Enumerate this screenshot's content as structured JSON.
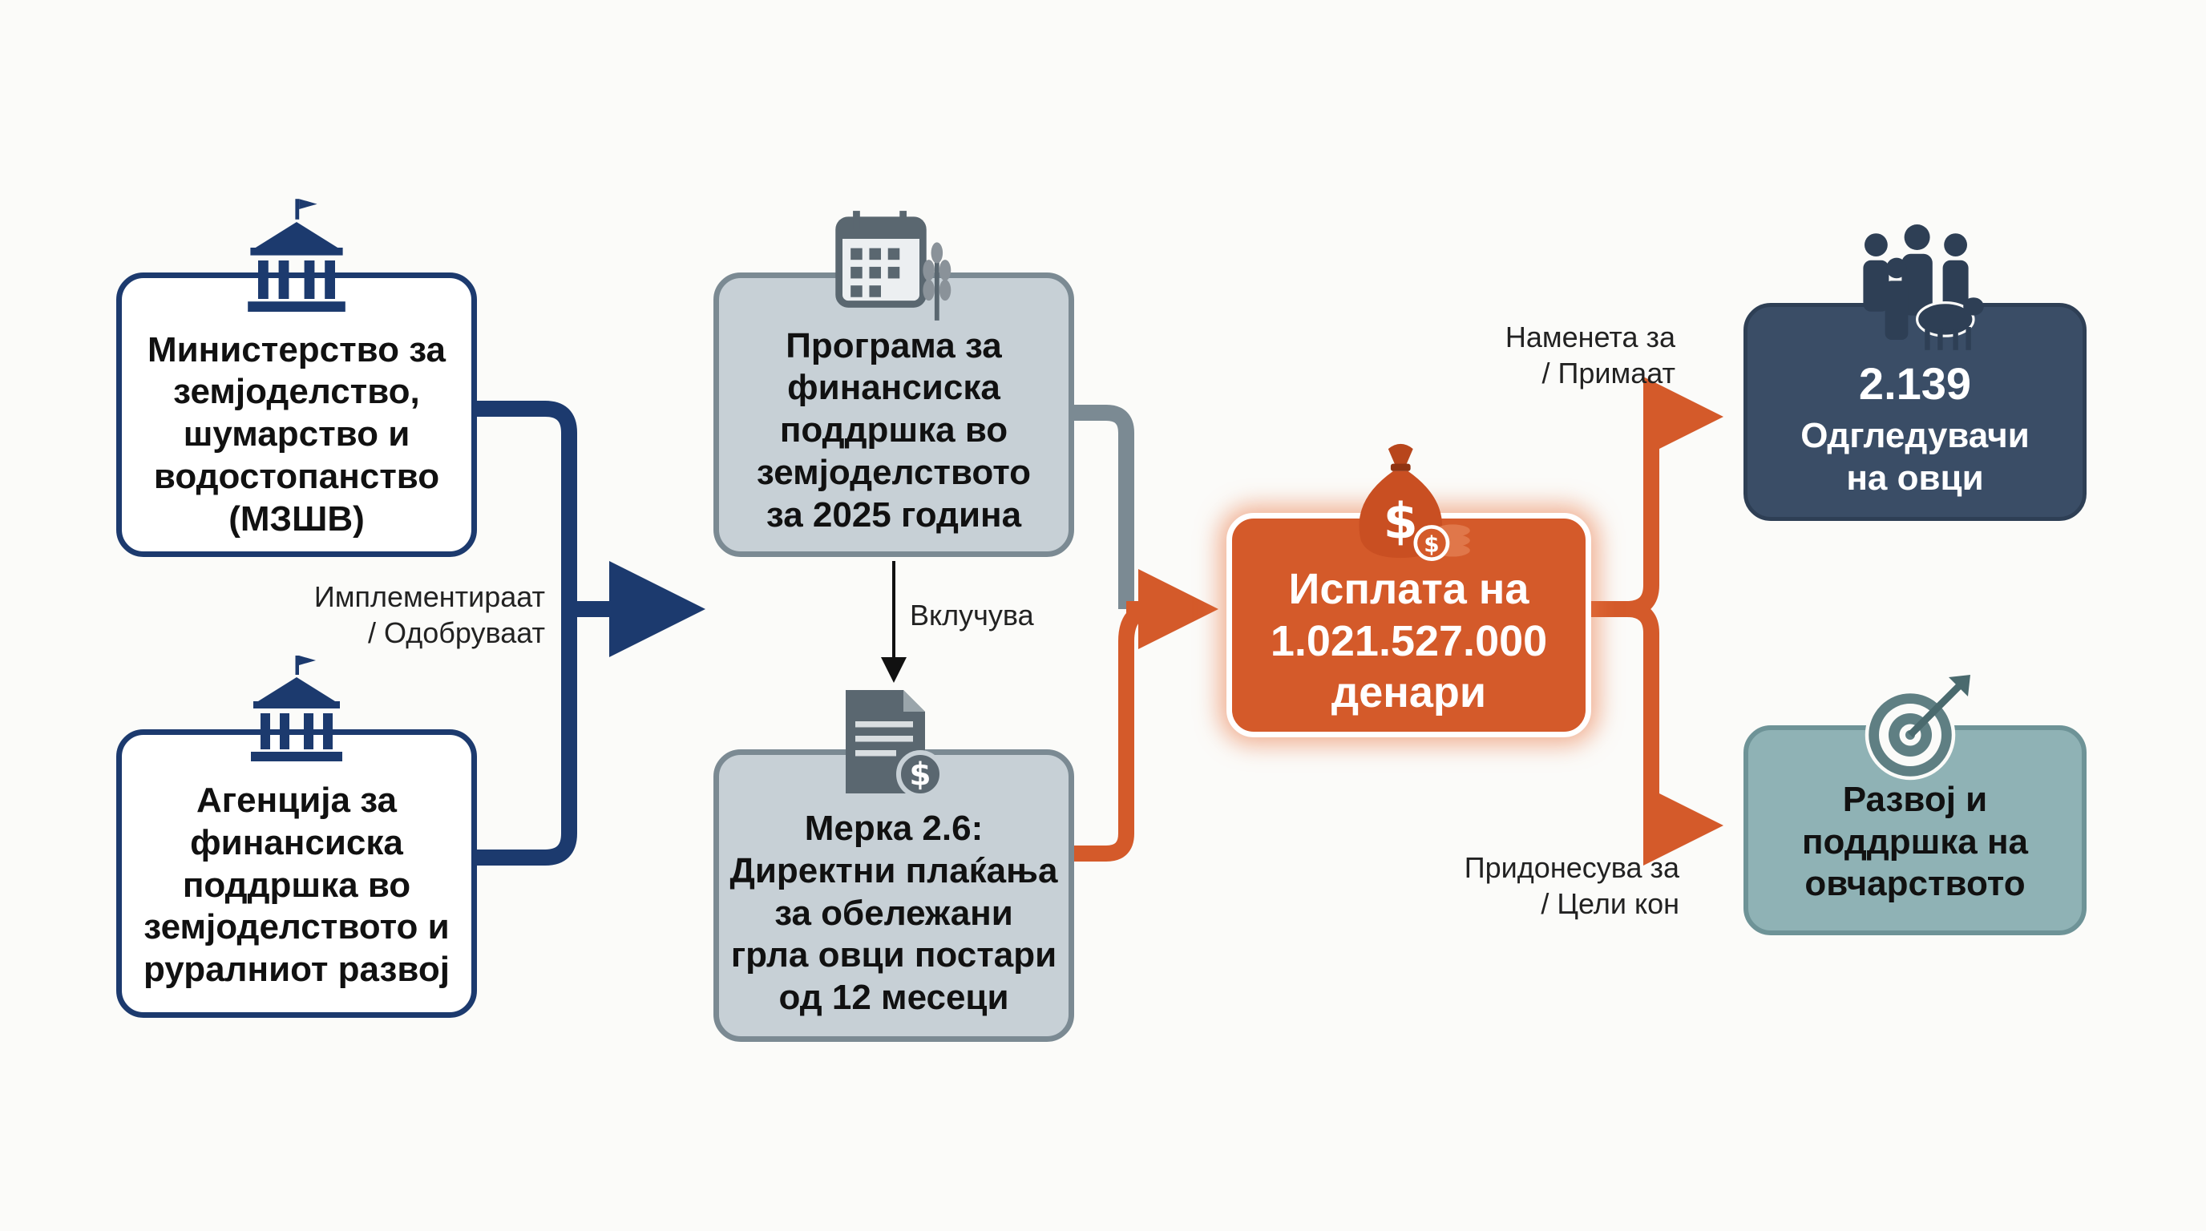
{
  "nodes": {
    "ministry": "Министерство за\nземјоделство,\nшумарство и\nводостопанство\n(МЗШВ)",
    "agency": "Агенција за\nфинансиска\nподдршка во\nземјоделството и\nруралниот развој",
    "program": "Програма за\nфинансиска\nподдршка во\nземјоделството\nза 2025 година",
    "measure": "Мерка 2.6:\nДиректни плаќања\nза обележани\nгрла овци постари\nод 12 месеци",
    "payment": "Исплата на\n1.021.527.000\nденари",
    "breeders_count": "2.139",
    "breeders_label": "Одгледувачи\nна овци",
    "development": "Развој и\nподдршка на\nовчарството"
  },
  "edges": {
    "implement": "Имплементираат\n/ Одобруваат",
    "includes": "Вклучува",
    "intended": "Наменета за\n/ Примаат",
    "contributes": "Придонесува за\n/ Цели кон"
  },
  "icons": {
    "ministry": "government-building-icon",
    "agency": "government-building-icon",
    "program": "calendar-wheat-icon",
    "measure": "document-dollar-icon",
    "payment": "money-bag-coins-icon",
    "breeders": "people-sheep-icon",
    "development": "target-arrow-icon"
  },
  "colors": {
    "navy": "#1c3a6e",
    "grey": "#7b8a93",
    "orange": "#d45a2a",
    "slate": "#3a4d66",
    "teal": "#8fb2b5"
  }
}
